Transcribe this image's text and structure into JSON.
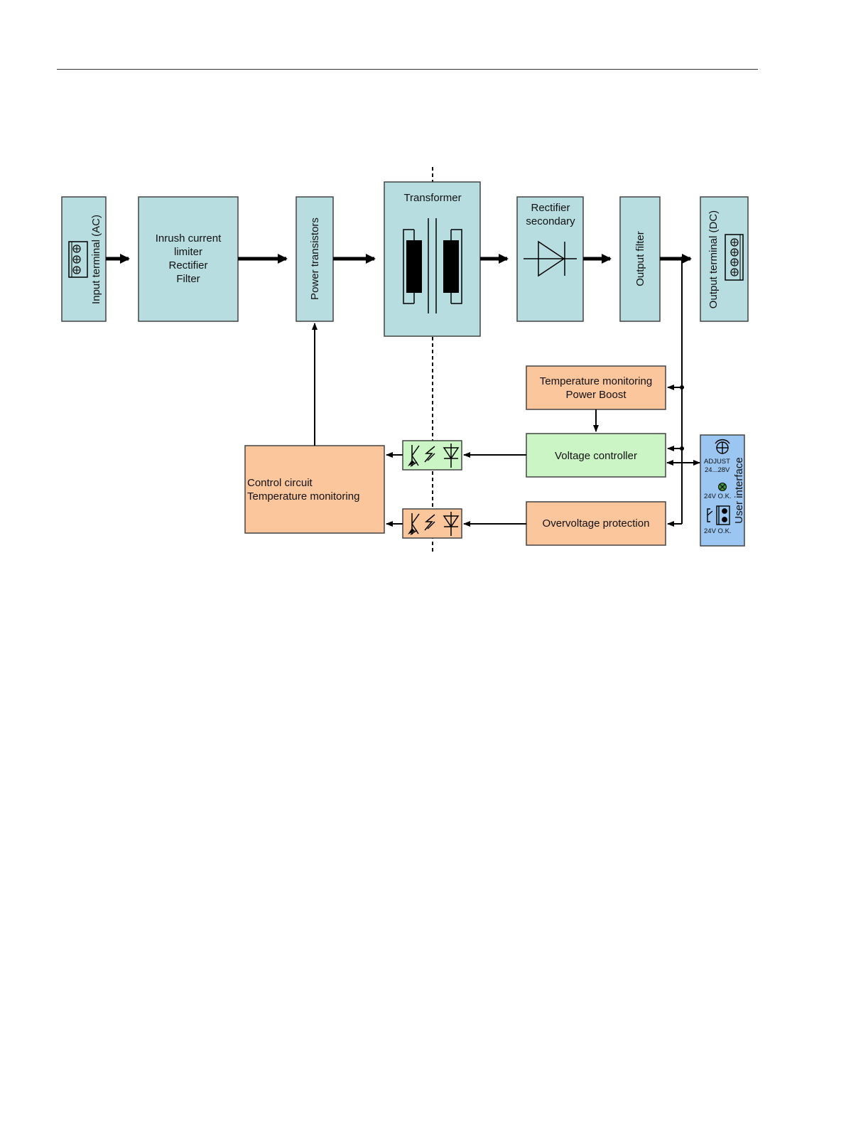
{
  "colors": {
    "teal_box": "#b7dde0",
    "orange_box": "#fbc69c",
    "green_box": "#ccf5c6",
    "blue_box": "#9cc6f2",
    "stroke": "#444444",
    "led_green": "#3a9a3a"
  },
  "blocks": {
    "input_terminal": "Input terminal (AC)",
    "inrush": [
      "Inrush current",
      "limiter",
      "Rectifier",
      "Filter"
    ],
    "power_transistors": "Power transistors",
    "transformer": "Transformer",
    "rectifier_secondary": [
      "Rectifier",
      "secondary"
    ],
    "output_filter": "Output filter",
    "output_terminal": "Output terminal (DC)",
    "temp_monitoring": [
      "Temperature monitoring",
      "Power Boost"
    ],
    "voltage_controller": "Voltage controller",
    "overvoltage_protection": "Overvoltage protection",
    "control_circuit": [
      "Control circuit",
      "Temperature monitoring"
    ],
    "user_interface": {
      "title": "User interface",
      "adjust_label": "ADJUST",
      "adjust_range": "24...28V",
      "led_label": "24V O.K.",
      "relay_label": "24V O.K."
    }
  }
}
